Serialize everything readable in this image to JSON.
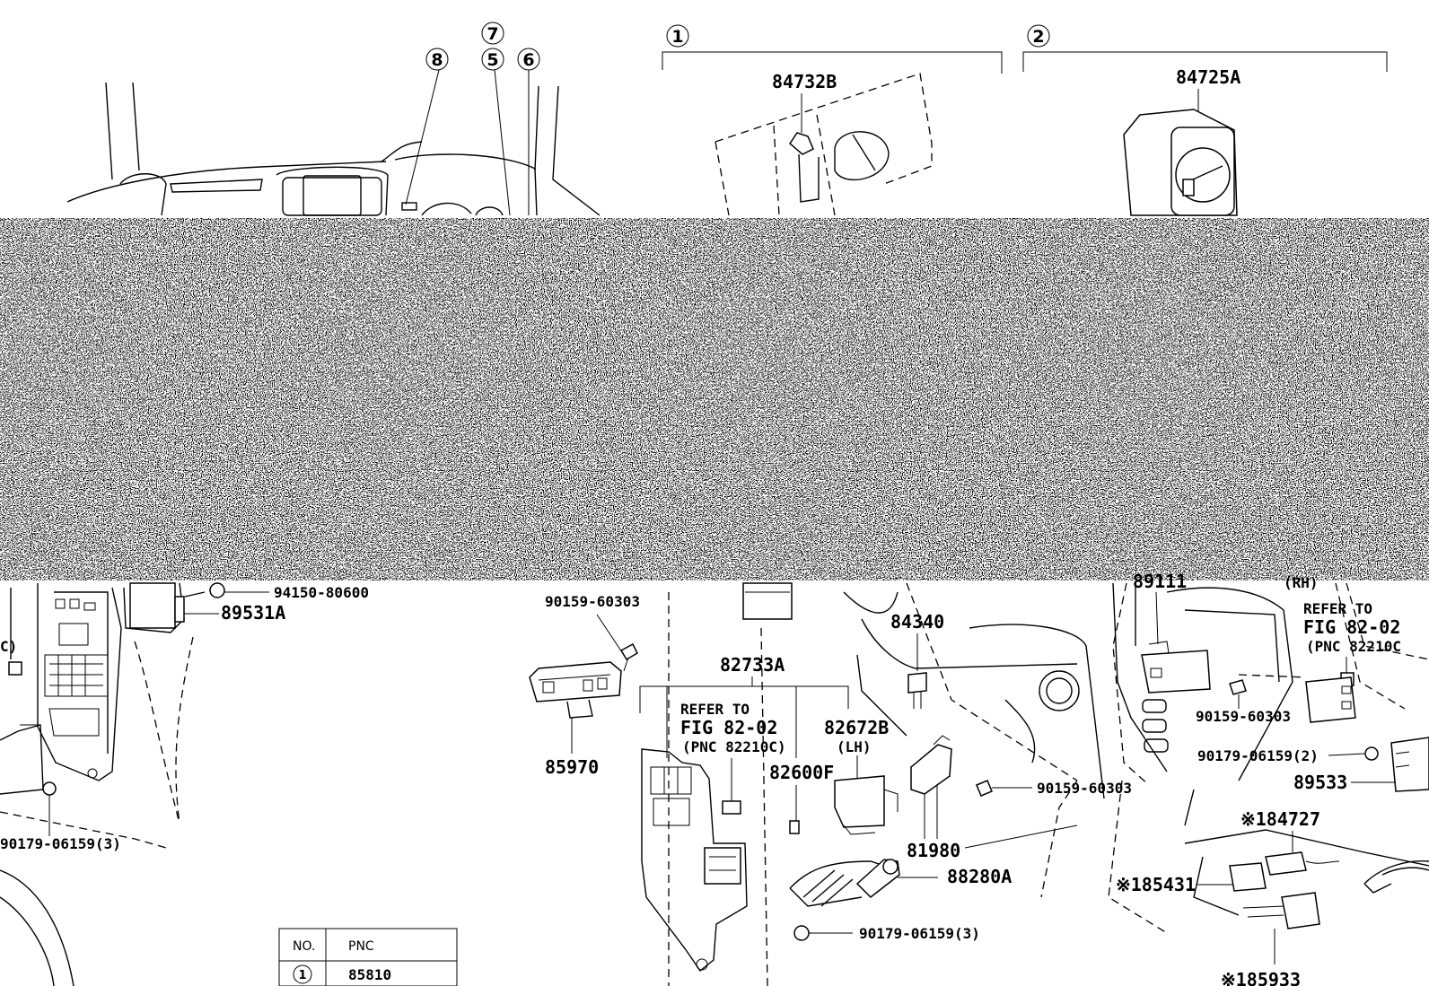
{
  "callouts": {
    "c1": "1",
    "c2": "2",
    "c5": "5",
    "c6": "6",
    "c7": "7",
    "c8": "8"
  },
  "parts": {
    "p84732B": "84732B",
    "p84725A": "84725A",
    "p94150": "94150-80600",
    "p89531A": "89531A",
    "p90159_a": "90159-60303",
    "p82733A": "82733A",
    "p84340": "84340",
    "p89111": "89111",
    "p85970": "85970",
    "p82672B": "82672B",
    "lh": "(LH)",
    "rh": "(RH)",
    "p82600F": "82600F",
    "p90159_b": "90159-60303",
    "p81980": "81980",
    "p88280A": "88280A",
    "p90179_left": "90179-06159(3)",
    "p90179_bottom": "90179-06159(3)",
    "p90159_right": "90159-60303",
    "p90179_right": "90179-06159(2)",
    "p89533": "89533",
    "p84727": "※184727",
    "p85431": "※185431",
    "p85933": "※185933",
    "p_c_left": "C)"
  },
  "refer_mid": {
    "line1": "REFER TO",
    "line2": "FIG 82-02",
    "line3": "(PNC 82210C)"
  },
  "refer_right": {
    "line1": "REFER TO",
    "line2": "FIG 82-02",
    "line3": "(PNC 82210C"
  },
  "table": {
    "col_no": "NO.",
    "col_pnc": "PNC",
    "row1_no": "1",
    "row1_pnc": "85810"
  }
}
